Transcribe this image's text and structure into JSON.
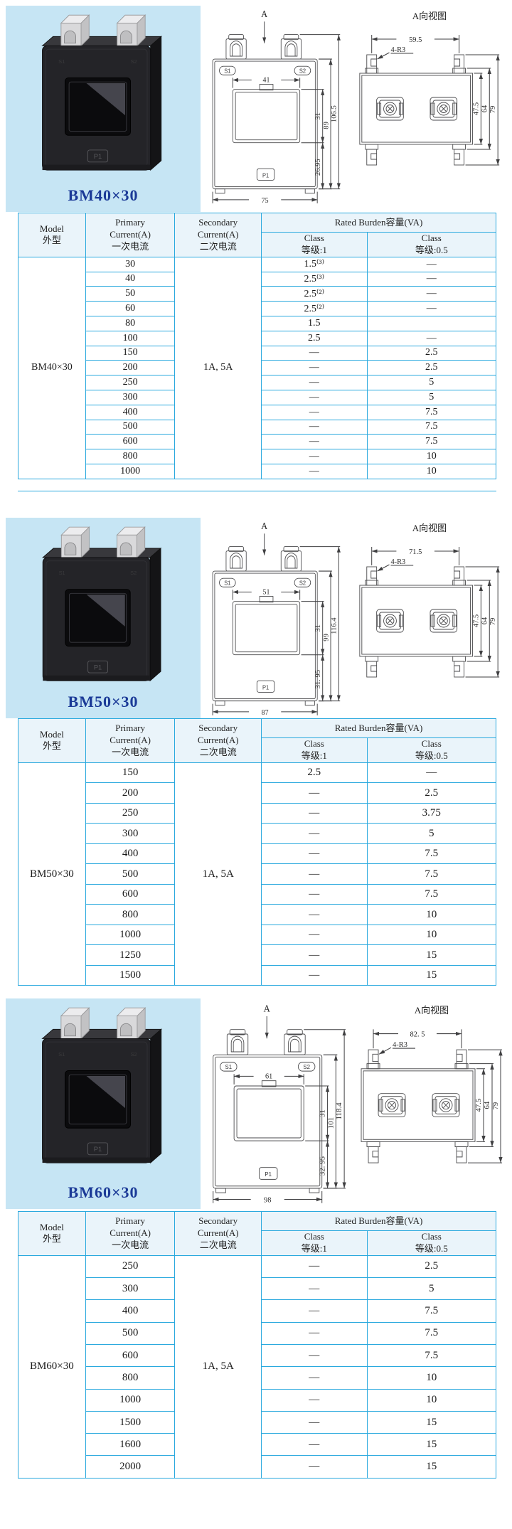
{
  "colors": {
    "photo_background": "#c6e5f4",
    "model_label_blue": "#1b3a97",
    "table_border_cyan": "#2aa9de",
    "table_header_bg": "#eaf4fa"
  },
  "table_header": {
    "model": "Model",
    "model_cn": "外型",
    "primary_l1": "Primary",
    "primary_l2": "Current(A)",
    "primary_cn": "一次电流",
    "secondary_l1": "Secondary",
    "secondary_l2": "Current(A)",
    "secondary_cn": "二次电流",
    "burden": "Rated Burden容量(VA)",
    "class_l1": "Class",
    "class1_l2": "等级:1",
    "class05_l2": "等级:0.5"
  },
  "sections": [
    {
      "model": "BM40×30",
      "secondary_current": "1A, 5A",
      "photo": {
        "label": "BM40×30",
        "s1": "S1",
        "s2": "S2",
        "p1": "P1"
      },
      "front_view": {
        "arrow_label": "A",
        "s1": "S1",
        "s2": "S2",
        "p1": "P1",
        "window_width": "41",
        "window_height": "31",
        "body_height": "89",
        "total_height": "106.5",
        "bottom_offset": "26.95",
        "total_width": "75"
      },
      "side_view": {
        "title": "A向视图",
        "hole_note": "4-R3",
        "top_width": "59.5",
        "body_height": "47.5",
        "mid_height": "64",
        "total_height": "79"
      },
      "rows": [
        {
          "primary": "30",
          "class1": "1.5⁽³⁾",
          "class05": "—"
        },
        {
          "primary": "40",
          "class1": "2.5⁽³⁾",
          "class05": "—"
        },
        {
          "primary": "50",
          "class1": "2.5⁽²⁾",
          "class05": "—"
        },
        {
          "primary": "60",
          "class1": "2.5⁽²⁾",
          "class05": "—"
        },
        {
          "primary": "80",
          "class1": "1.5",
          "class05": ""
        },
        {
          "primary": "100",
          "class1": "2.5",
          "class05": "—"
        },
        {
          "primary": "150",
          "class1": "—",
          "class05": "2.5"
        },
        {
          "primary": "200",
          "class1": "—",
          "class05": "2.5"
        },
        {
          "primary": "250",
          "class1": "—",
          "class05": "5"
        },
        {
          "primary": "300",
          "class1": "—",
          "class05": "5"
        },
        {
          "primary": "400",
          "class1": "—",
          "class05": "7.5"
        },
        {
          "primary": "500",
          "class1": "—",
          "class05": "7.5"
        },
        {
          "primary": "600",
          "class1": "—",
          "class05": "7.5"
        },
        {
          "primary": "800",
          "class1": "—",
          "class05": "10"
        },
        {
          "primary": "1000",
          "class1": "—",
          "class05": "10"
        }
      ]
    },
    {
      "model": "BM50×30",
      "secondary_current": "1A, 5A",
      "photo": {
        "label": "BM50×30",
        "s1": "S1",
        "s2": "S2",
        "p1": "P1"
      },
      "front_view": {
        "arrow_label": "A",
        "s1": "S1",
        "s2": "S2",
        "p1": "P1",
        "window_width": "51",
        "window_height": "31",
        "body_height": "99",
        "total_height": "116.4",
        "bottom_offset": "31. 95",
        "total_width": "87"
      },
      "side_view": {
        "title": "A向视图",
        "hole_note": "4-R3",
        "top_width": "71.5",
        "body_height": "47.5",
        "mid_height": "64",
        "total_height": "79"
      },
      "rows": [
        {
          "primary": "150",
          "class1": "2.5",
          "class05": "—"
        },
        {
          "primary": "200",
          "class1": "—",
          "class05": "2.5"
        },
        {
          "primary": "250",
          "class1": "—",
          "class05": "3.75"
        },
        {
          "primary": "300",
          "class1": "—",
          "class05": "5"
        },
        {
          "primary": "400",
          "class1": "—",
          "class05": "7.5"
        },
        {
          "primary": "500",
          "class1": "—",
          "class05": "7.5"
        },
        {
          "primary": "600",
          "class1": "—",
          "class05": "7.5"
        },
        {
          "primary": "800",
          "class1": "—",
          "class05": "10"
        },
        {
          "primary": "1000",
          "class1": "—",
          "class05": "10"
        },
        {
          "primary": "1250",
          "class1": "—",
          "class05": "15"
        },
        {
          "primary": "1500",
          "class1": "—",
          "class05": "15"
        }
      ]
    },
    {
      "model": "BM60×30",
      "secondary_current": "1A, 5A",
      "photo": {
        "label": "BM60×30",
        "s1": "S1",
        "s2": "S2",
        "p1": "P1"
      },
      "front_view": {
        "arrow_label": "A",
        "s1": "S1",
        "s2": "S2",
        "p1": "P1",
        "window_width": "61",
        "window_height": "31",
        "body_height": "101",
        "total_height": "118.4",
        "bottom_offset": "32. 95",
        "total_width": "98"
      },
      "side_view": {
        "title": "A向视图",
        "hole_note": "4-R3",
        "top_width": "82. 5",
        "body_height": "47.5",
        "mid_height": "64",
        "total_height": "79"
      },
      "rows": [
        {
          "primary": "250",
          "class1": "—",
          "class05": "2.5"
        },
        {
          "primary": "300",
          "class1": "—",
          "class05": "5"
        },
        {
          "primary": "400",
          "class1": "—",
          "class05": "7.5"
        },
        {
          "primary": "500",
          "class1": "—",
          "class05": "7.5"
        },
        {
          "primary": "600",
          "class1": "—",
          "class05": "7.5"
        },
        {
          "primary": "800",
          "class1": "—",
          "class05": "10"
        },
        {
          "primary": "1000",
          "class1": "—",
          "class05": "10"
        },
        {
          "primary": "1500",
          "class1": "—",
          "class05": "15"
        },
        {
          "primary": "1600",
          "class1": "—",
          "class05": "15"
        },
        {
          "primary": "2000",
          "class1": "—",
          "class05": "15"
        }
      ]
    }
  ]
}
